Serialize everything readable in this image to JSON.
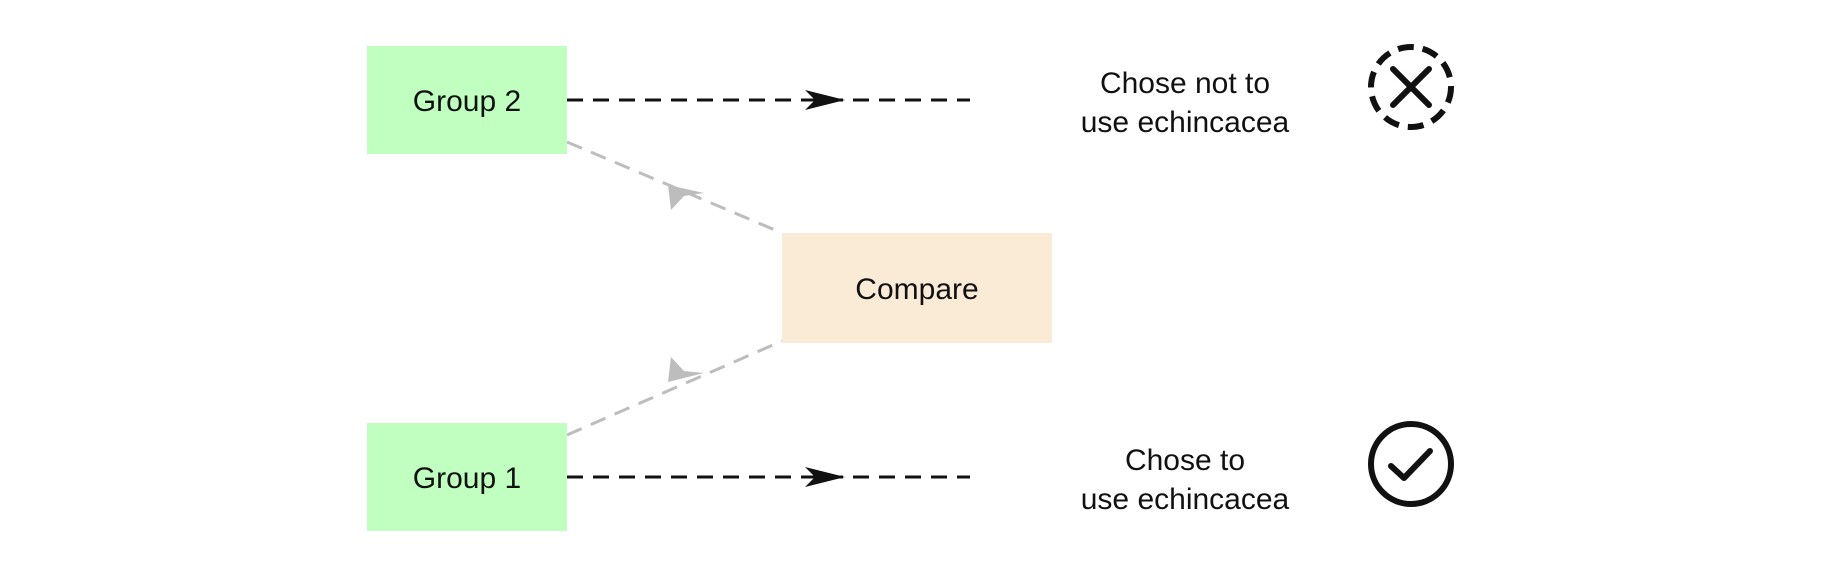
{
  "nodes": {
    "group2": {
      "label": "Group 2",
      "fill": "#c0ffc0"
    },
    "group1": {
      "label": "Group 1",
      "fill": "#c0ffc0"
    },
    "compare": {
      "label": "Compare",
      "fill": "#faebd7"
    }
  },
  "outcomes": {
    "top": {
      "line1": "Chose not to",
      "line2": "use echincacea",
      "icon": "x-circle-dashed-icon"
    },
    "bottom": {
      "line1": "Chose to",
      "line2": "use echincacea",
      "icon": "check-circle-icon"
    }
  },
  "colors": {
    "arrow_black": "#111111",
    "arrow_gray": "#bdbdbd",
    "text": "#111111"
  }
}
